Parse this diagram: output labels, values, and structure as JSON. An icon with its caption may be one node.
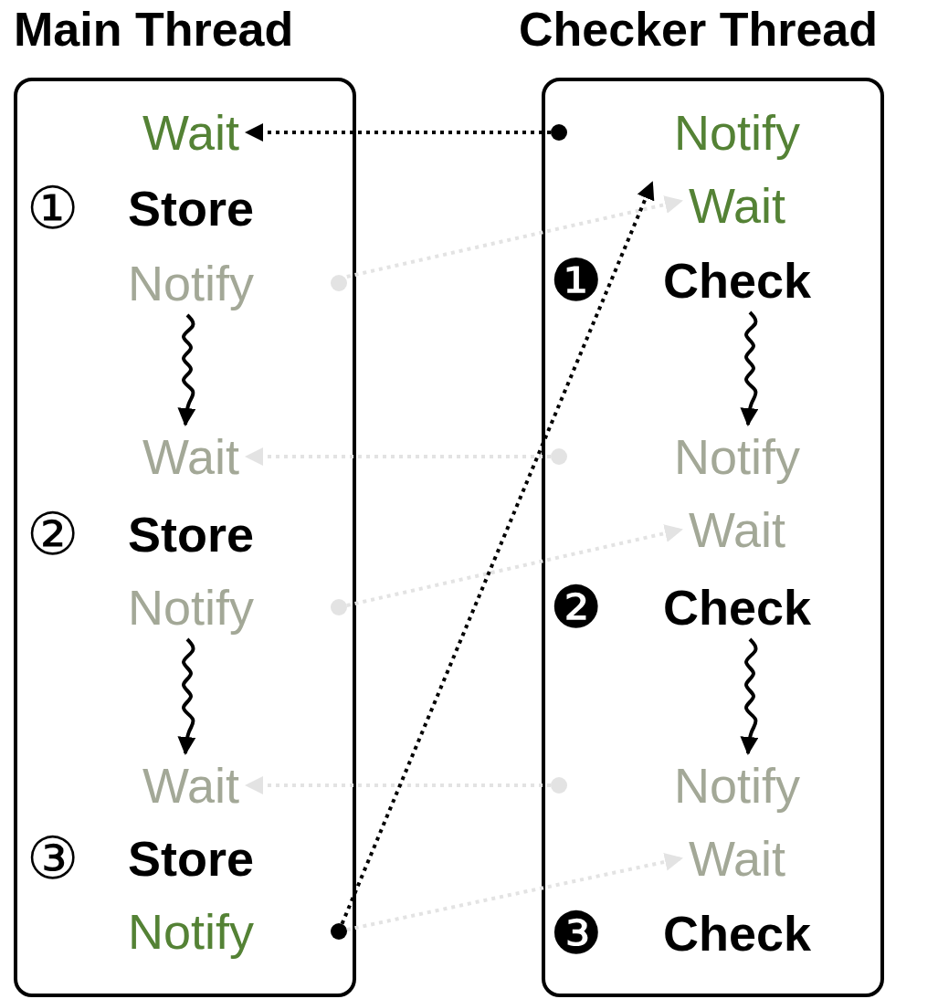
{
  "diagram": {
    "nodes": [
      {
        "text": [
          "Main Thread"
        ]
      },
      {
        "text": [
          "Wait"
        ],
        "in": 0
      },
      {
        "text": [
          "①",
          "Store"
        ],
        "in": 0
      },
      {
        "text": [
          "Notify"
        ],
        "in": 0
      },
      {
        "text": [
          "Wait"
        ],
        "in": 0
      },
      {
        "text": [
          "②",
          "Store"
        ],
        "in": 0
      },
      {
        "text": [
          "Notify"
        ],
        "in": 0
      },
      {
        "text": [
          "Wait"
        ],
        "in": 0
      },
      {
        "text": [
          "③",
          "Store"
        ],
        "in": 0
      },
      {
        "text": [
          "Notify"
        ],
        "in": 0
      },
      {
        "text": [
          "Checker Thread"
        ]
      },
      {
        "text": [
          "Notify"
        ],
        "in": 10
      },
      {
        "text": [
          "Wait"
        ],
        "in": 10
      },
      {
        "text": [
          "❶",
          "Check"
        ],
        "in": 10
      },
      {
        "text": [
          "Notify"
        ],
        "in": 10
      },
      {
        "text": [
          "Wait"
        ],
        "in": 10
      },
      {
        "text": [
          "❷",
          "Check"
        ],
        "in": 10
      },
      {
        "text": [
          "Notify"
        ],
        "in": 10
      },
      {
        "text": [
          "Wait"
        ],
        "in": 10
      },
      {
        "text": [
          "❸",
          "Check"
        ],
        "in": 10
      }
    ],
    "edges": [
      {
        "from": 11,
        "to": 1,
        "arrow": "to",
        "style": "dashed",
        "color": "#000000"
      },
      {
        "from": 3,
        "to": 12,
        "arrow": "to",
        "style": "dashed",
        "color": "#e3e3e3"
      },
      {
        "from": 14,
        "to": 4,
        "arrow": "to",
        "style": "dashed",
        "color": "#e3e3e3"
      },
      {
        "from": 6,
        "to": 15,
        "arrow": "to",
        "style": "dashed",
        "color": "#e3e3e3"
      },
      {
        "from": 17,
        "to": 7,
        "arrow": "to",
        "style": "dashed",
        "color": "#e3e3e3"
      },
      {
        "from": 9,
        "to": 18,
        "arrow": "to",
        "style": "dashed",
        "color": "#e3e3e3"
      },
      {
        "from": 9,
        "to": 12,
        "arrow": "to",
        "style": "dashed",
        "color": "#000000"
      },
      {
        "from": 3,
        "to": 4,
        "arrow": "to"
      },
      {
        "from": 6,
        "to": 7,
        "arrow": "to"
      },
      {
        "from": 13,
        "to": 14,
        "arrow": "to"
      },
      {
        "from": 16,
        "to": 17,
        "arrow": "to"
      }
    ]
  }
}
